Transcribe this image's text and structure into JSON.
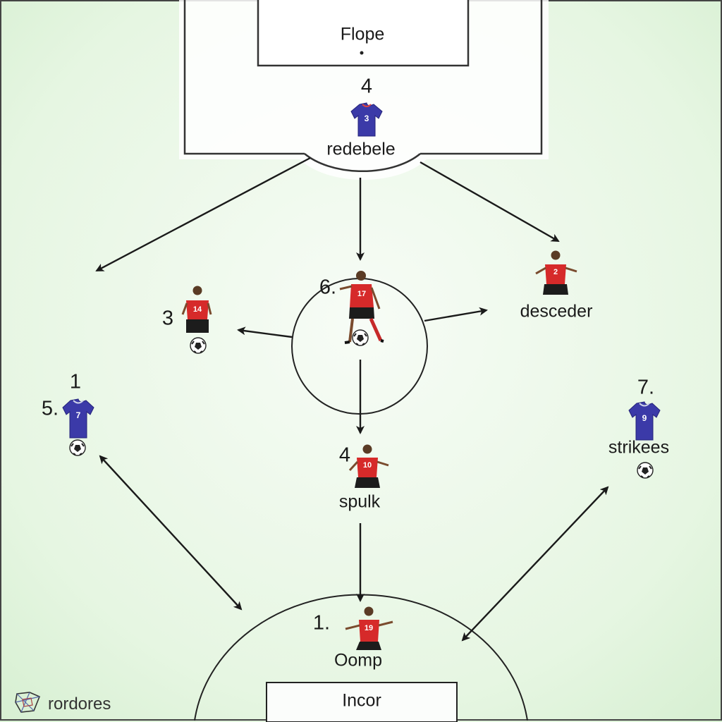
{
  "labels": {
    "top_box": "Flope",
    "goalkeeper_number": "4",
    "goalkeeper_label": "redebele",
    "left_mid_number": "3",
    "center_number": "6.",
    "right_mid_label": "desceder",
    "left_wing_number_1": "1",
    "left_wing_number_2": "5.",
    "right_wing_number": "7.",
    "right_wing_label": "strikees",
    "mid_number": "4",
    "mid_label": "spulk",
    "bottom_number": "1.",
    "bottom_label": "Oomp",
    "bottom_box": "Incor"
  },
  "players": {
    "goalkeeper": {
      "jersey": "3",
      "team": "blue"
    },
    "left_mid": {
      "jersey": "14",
      "team": "red"
    },
    "center": {
      "jersey": "17",
      "team": "red"
    },
    "right_mid": {
      "jersey": "2",
      "team": "red"
    },
    "left_wing": {
      "jersey": "7",
      "team": "blue"
    },
    "right_wing": {
      "jersey": "9",
      "team": "blue"
    },
    "mid": {
      "jersey": "10",
      "team": "red"
    },
    "bottom": {
      "jersey": "19",
      "team": "red"
    }
  },
  "watermark": {
    "text": "rordores"
  },
  "colors": {
    "red_team": "#d62a2a",
    "blue_team": "#3b3aa8",
    "pitch_light": "#f6fcf5",
    "pitch_green": "#dcf3d8",
    "lines": "#333333"
  }
}
